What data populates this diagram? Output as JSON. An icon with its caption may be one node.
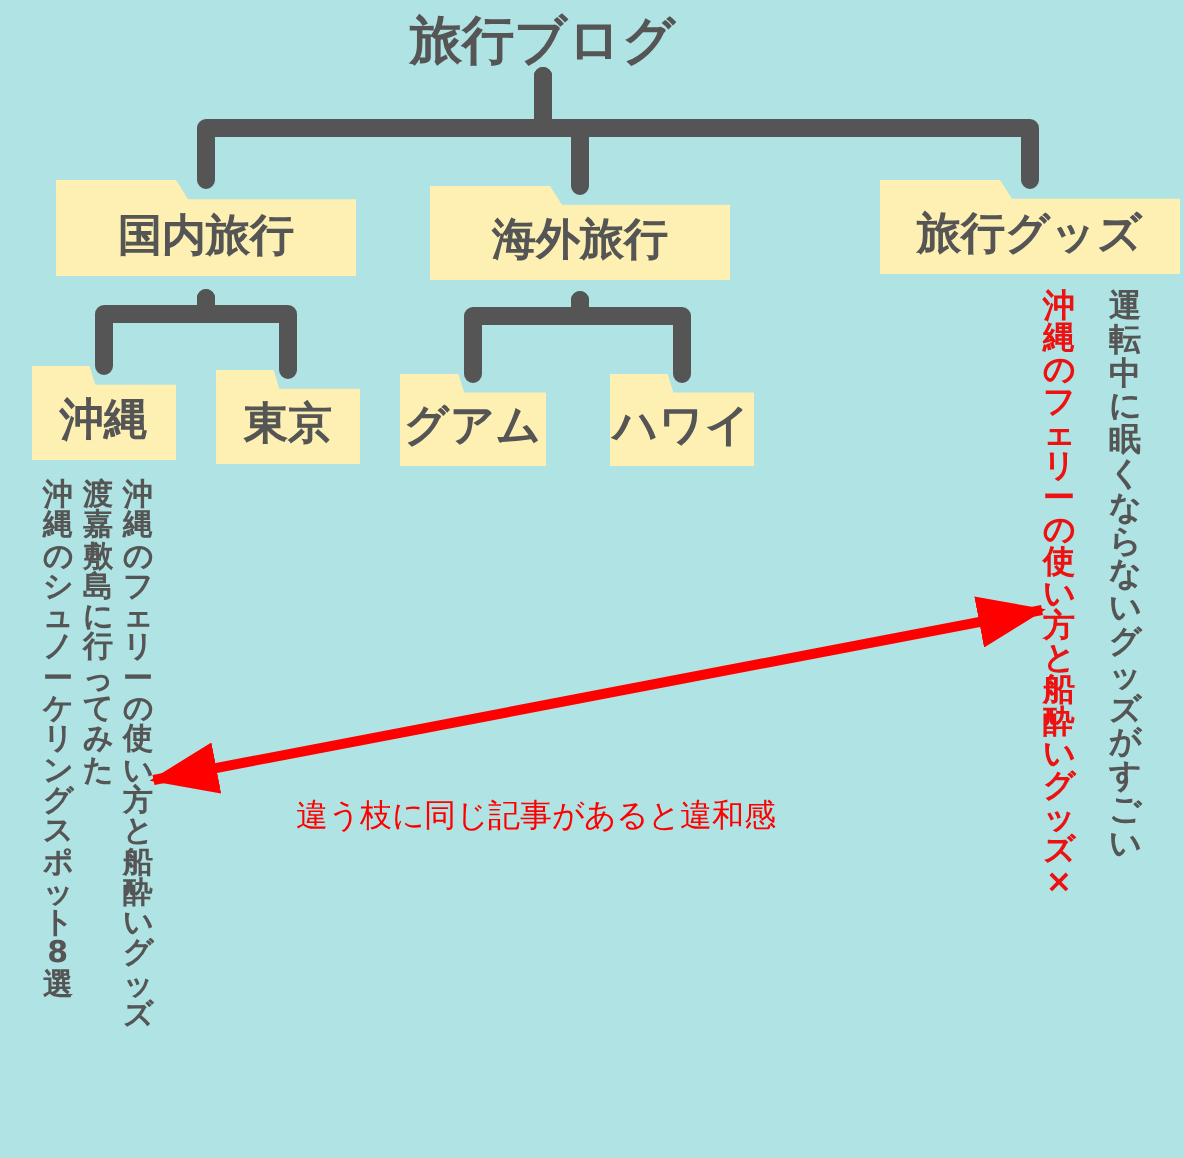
{
  "diagram": {
    "nodes": [
      {
        "text": [
          "旅行ブログ"
        ]
      },
      {
        "text": [
          "国内旅行"
        ]
      },
      {
        "text": [
          "海外旅行"
        ]
      },
      {
        "text": [
          "旅行グッズ"
        ]
      },
      {
        "text": [
          "沖縄"
        ]
      },
      {
        "text": [
          "東京"
        ]
      },
      {
        "text": [
          "グアム"
        ]
      },
      {
        "text": [
          "ハワイ"
        ]
      },
      {
        "text": [
          "沖縄のフェリーの使い方と船酔いグッズ"
        ]
      },
      {
        "text": [
          "渡嘉敷島に行ってみた"
        ]
      },
      {
        "text": [
          "沖縄のシュノーケリングスポット8選"
        ]
      },
      {
        "text": [
          "運転中に眠くならないグッズがすごい"
        ]
      },
      {
        "text": [
          "沖縄のフェリーの使い方と船酔いグッズ×"
        ]
      }
    ],
    "edges": [
      {
        "from": 0,
        "to": 1,
        "arrow": "none"
      },
      {
        "from": 0,
        "to": 2,
        "arrow": "none"
      },
      {
        "from": 0,
        "to": 3,
        "arrow": "none"
      },
      {
        "from": 1,
        "to": 4,
        "arrow": "none"
      },
      {
        "from": 1,
        "to": 5,
        "arrow": "none"
      },
      {
        "from": 2,
        "to": 6,
        "arrow": "none"
      },
      {
        "from": 2,
        "to": 7,
        "arrow": "none"
      },
      {
        "from": 8,
        "to": 12,
        "arrow": "both",
        "color": "#ff0000",
        "label": "違う枝に同じ記事があると違和感"
      }
    ]
  }
}
